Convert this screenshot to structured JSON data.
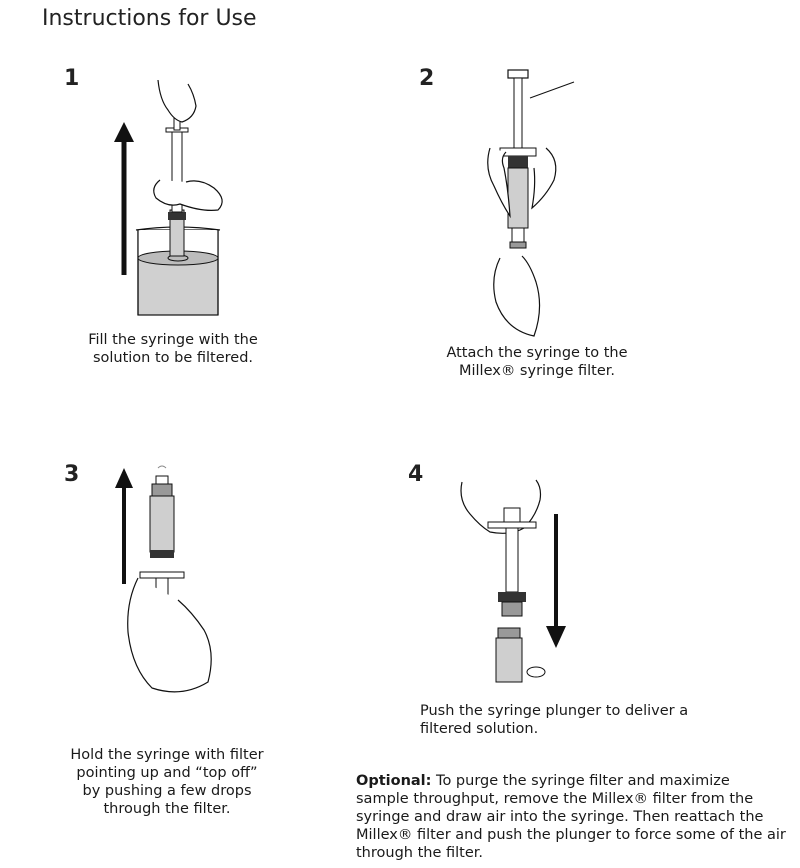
{
  "title": "Instructions for Use",
  "steps": [
    {
      "number": "1",
      "lines": [
        "Fill the syringe with the",
        "solution to be filtered."
      ]
    },
    {
      "number": "2",
      "lines": [
        "Attach the syringe to the",
        "Millex® syringe filter."
      ]
    },
    {
      "number": "3",
      "lines": [
        "Hold the syringe with filter",
        "pointing up and “top off”",
        "by pushing a few drops",
        "through the filter."
      ]
    },
    {
      "number": "4",
      "lines": [
        "Push the syringe plunger to deliver a",
        "filtered solution."
      ]
    }
  ],
  "optional": {
    "label": "Optional:",
    "text": " To purge the syringe filter and maximize sample throughput, remove the Millex® filter from the syringe and draw air into the syringe. Then reattach the Millex® filter and push the plunger to force some of the air through the filter."
  }
}
